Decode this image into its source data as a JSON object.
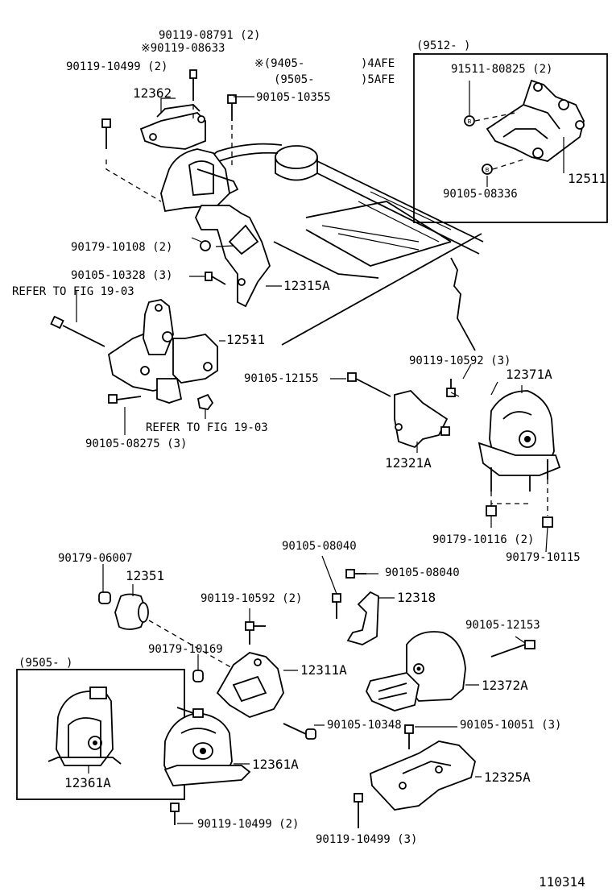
{
  "variant_notes": {
    "line1_mark": "※(9405-",
    "line1_engine": ")4AFE",
    "line2_mark": "(9505-",
    "line2_engine": ")5AFE"
  },
  "inset_top": {
    "title": "(9512-        )",
    "parts": {
      "bolt_label": "91511-80825 (2)",
      "nut_label": "90105-08336",
      "mount_label": "12511"
    }
  },
  "inset_bottom": {
    "title": "(9505-        )",
    "mount_label": "12361A"
  },
  "labels": {
    "l_90119_08791": "90119-08791 (2)",
    "l_90119_08633": "※90119-08633",
    "l_90119_10499_top": "90119-10499 (2)",
    "l_12362": "12362",
    "l_90105_10355": "90105-10355",
    "l_90179_10108": "90179-10108 (2)",
    "l_90105_10328": "90105-10328 (3)",
    "l_12315A": "12315A",
    "l_refer_1": "REFER TO FIG 19-03",
    "l_12511": "12511",
    "l_refer_2": "REFER TO FIG 19-03",
    "l_90105_08275": "90105-08275 (3)",
    "l_90119_10592_right": "90119-10592 (3)",
    "l_12371A": "12371A",
    "l_90105_12155": "90105-12155",
    "l_12321A": "12321A",
    "l_90179_10116": "90179-10116 (2)",
    "l_90179_10115": "90179-10115",
    "l_90105_08040_a": "90105-08040",
    "l_90105_08040_b": "90105-08040",
    "l_90179_06007": "90179-06007",
    "l_12351": "12351",
    "l_90119_10592_mid": "90119-10592 (2)",
    "l_12318": "12318",
    "l_90105_12153": "90105-12153",
    "l_90179_10169": "90179-10169",
    "l_12311A": "12311A",
    "l_12372A": "12372A",
    "l_90105_10348": "90105-10348",
    "l_90105_10051": "90105-10051 (3)",
    "l_12361A": "12361A",
    "l_12325A": "12325A",
    "l_90119_10499_bot": "90119-10499 (2)",
    "l_90119_10499_bot2": "90119-10499 (3)"
  },
  "figure_number": "110314"
}
